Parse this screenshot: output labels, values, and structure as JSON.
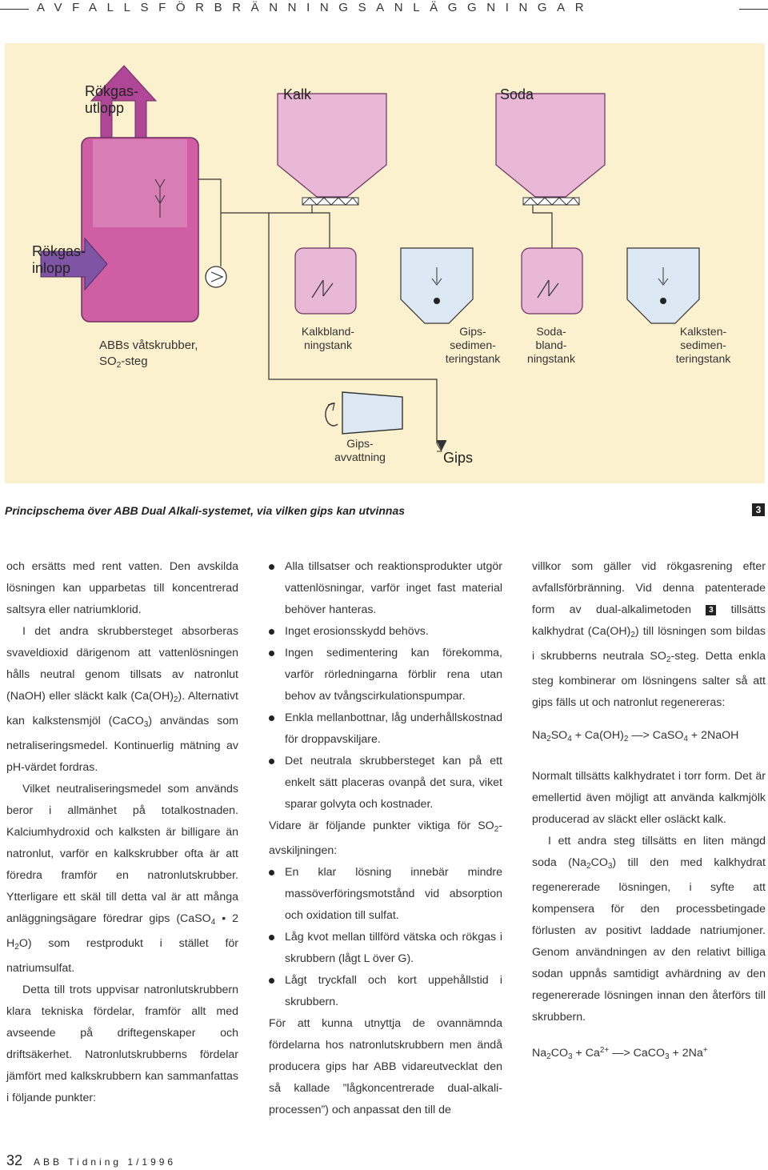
{
  "header": {
    "title": "AVFALLSFÖRBRÄNNINGSANLÄGGNINGAR"
  },
  "figure": {
    "labels": {
      "flue_gas_out_1": "Rökgas-",
      "flue_gas_out_2": "utlopp",
      "lime": "Kalk",
      "soda": "Soda",
      "flue_gas_in_1": "Rökgas-",
      "flue_gas_in_2": "inlopp",
      "scrubber_1": "ABBs våtskrubber,",
      "scrubber_2a": "SO",
      "scrubber_2sub": "2",
      "scrubber_2b": "-steg",
      "lime_mix_1": "Kalkbland-",
      "lime_mix_2": "ningstank",
      "gyps_sed_1": "Gips-",
      "gyps_sed_2": "sedimen-",
      "gyps_sed_3": "teringstank",
      "soda_mix_1": "Soda-",
      "soda_mix_2": "bland-",
      "soda_mix_3": "ningstank",
      "limestone_sed_1": "Kalksten-",
      "limestone_sed_2": "sedimen-",
      "limestone_sed_3": "teringstank",
      "dewater_1": "Gips-",
      "dewater_2": "avvattning",
      "gyps": "Gips"
    },
    "colors": {
      "background": "#fbf1cf",
      "tank_fill": "#e8b8d6",
      "scrubber_fill": "#d05ea4",
      "arrow_fill": "#b04696",
      "inlet_fill": "#8054a4",
      "sed_fill": "#dce9f4"
    }
  },
  "caption": {
    "text": "Principschema över ABB Dual Alkali-systemet, via vilken gips kan utvinnas",
    "number": "3"
  },
  "col1": {
    "p1": "och ersätts med rent vatten. Den avskilda lösningen kan upparbetas till koncentrerad saltsyra eller natriumklorid.",
    "p2a": "I det andra skrubbersteget absorberas svaveldioxid därigenom att vattenlösningen hålls neutral genom tillsats av natronlut (NaOH) eller släckt kalk (Ca(OH)",
    "p2s1": "2",
    "p2b": "). Alternativt kan kalkstensmjöl (CaCO",
    "p2s2": "3",
    "p2c": ") användas som netraliseringsmedel. Kontinuerlig mätning av pH-värdet fordras.",
    "p3a": "Vilket neutraliseringsmedel som används beror i allmänhet på totalkostnaden. Kalciumhydroxid och kalksten är billigare än natronlut, varför en kalkskrubber ofta är att föredra framför en natronlutskrubber. Ytterligare ett skäl till detta val är att många anläggningsägare föredrar gips (CaSO",
    "p3s1": "4",
    "p3dot": " • 2 H",
    "p3s2": "2",
    "p3b": "O) som restprodukt i stället för natriumsulfat.",
    "p4": "Detta till trots uppvisar natronlutskrubbern klara tekniska fördelar, framför allt med avseende på driftegenskaper och driftsäkerhet. Natronlutskrubberns fördelar jämfört med kalkskrubbern kan sammanfattas i följande punkter:"
  },
  "col2": {
    "bullets1": [
      "Alla tillsatser och reaktionsprodukter utgör vattenlösningar, varför inget fast material behöver hanteras.",
      "Inget erosionsskydd behövs.",
      "Ingen sedimentering kan förekomma, varför rörledningarna förblir rena utan behov av tvångscirkulationspumpar.",
      "Enkla mellanbottnar, låg underhållskostnad för droppavskiljare.",
      "Det neutrala skrubbersteget kan på ett enkelt sätt placeras ovanpå det sura, viket sparar golvyta och kostnader."
    ],
    "intro_a": "Vidare är följande punkter viktiga för SO",
    "intro_sub": "2",
    "intro_b": "-avskiljningen:",
    "bullets2": [
      "En klar lösning innebär mindre massöverföringsmotstånd vid absorption och oxidation till sulfat.",
      "Låg kvot mellan tillförd vätska och rökgas i skrubbern (lågt L över G).",
      "Lågt tryckfall och kort uppehållstid i skrubbern."
    ],
    "p_end": "För att kunna utnyttja de ovannämnda fördelarna hos natronlutskrubbern men ändå producera gips har ABB vidareutvecklat den så kallade ”lågkoncentrerade dual-alkali-processen”) och anpassat den till de"
  },
  "col3": {
    "p1a": "villkor som gäller vid rökgasrening efter avfallsförbränning. Vid denna patenterade form av dual-alkalimetoden ",
    "p1num": "3",
    "p1b": " tillsätts kalkhydrat (Ca(OH)",
    "p1s1": "2",
    "p1c": ") till lösningen som bildas i skrubberns neutrala SO",
    "p1s2": "2",
    "p1d": "-steg. Detta enkla steg kombinerar om lösningens salter så att gips fälls ut och natronlut regenereras:",
    "eq1": {
      "a": "Na",
      "s1": "2",
      "b": "SO",
      "s2": "4",
      "c": " + Ca(OH)",
      "s3": "2",
      "d": " —> CaSO",
      "s4": "4",
      "e": " + 2NaOH"
    },
    "p2": "Normalt tillsätts kalkhydratet i torr form. Det är emellertid även möjligt att använda kalkmjölk producerad av släckt eller osläckt kalk.",
    "p3a": "I ett andra steg tillsätts en liten mängd soda (Na",
    "p3s1": "2",
    "p3b": "CO",
    "p3s2": "3",
    "p3c": ") till den med kalkhydrat regenererade lösningen, i syfte att kompensera för den processbetingade förlusten av positivt laddade natriumjoner. Genom användningen av den relativt billiga sodan uppnås samtidigt avhärdning av den regenererade lösningen innan den återförs till skrubbern.",
    "eq2": {
      "a": "Na",
      "s1": "2",
      "b": "CO",
      "s2": "3",
      "c": " + Ca",
      "p1": "2+",
      "d": " —> CaCO",
      "s3": "3",
      "e": " + 2Na",
      "p2": "+"
    }
  },
  "footer": {
    "page": "32",
    "publication": "ABB Tidning 1/1996"
  }
}
